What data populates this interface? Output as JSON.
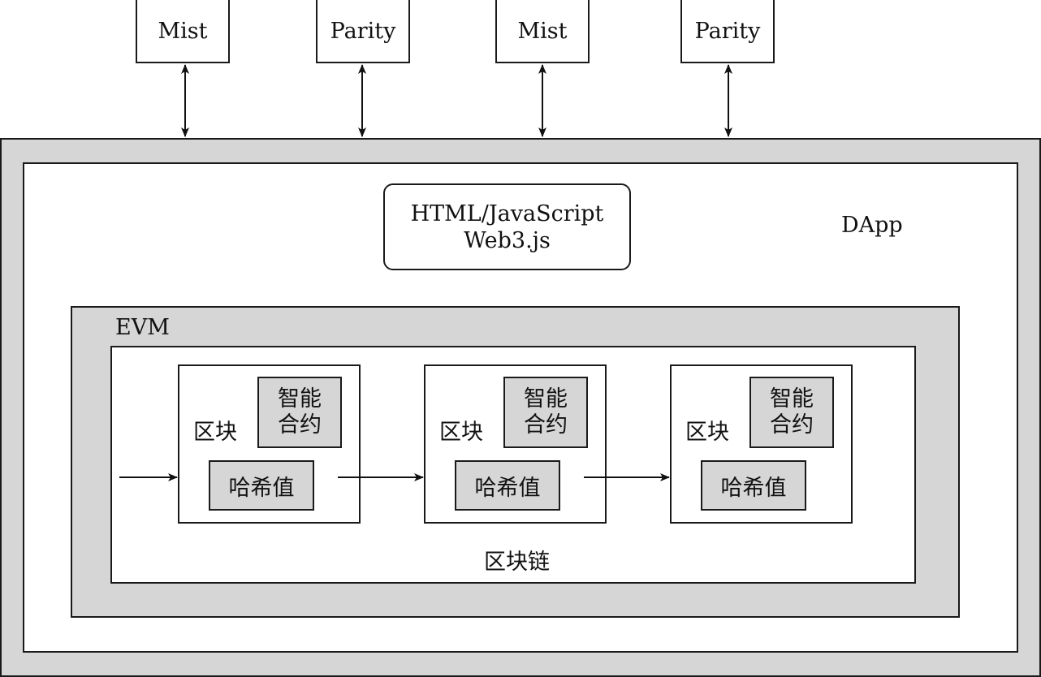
{
  "clients": [
    {
      "label": "Mist"
    },
    {
      "label": "Parity"
    },
    {
      "label": "Mist"
    },
    {
      "label": "Parity"
    }
  ],
  "frontend": {
    "line1": "HTML/JavaScript",
    "line2": "Web3.js"
  },
  "dapp_label": "DApp",
  "evm_label": "EVM",
  "blocks": [
    {
      "block_label": "区块",
      "contract_line1": "智能",
      "contract_line2": "合约",
      "hash_label": "哈希值"
    },
    {
      "block_label": "区块",
      "contract_line1": "智能",
      "contract_line2": "合约",
      "hash_label": "哈希值"
    },
    {
      "block_label": "区块",
      "contract_line1": "智能",
      "contract_line2": "合约",
      "hash_label": "哈希值"
    }
  ],
  "chain_label": "区块链"
}
